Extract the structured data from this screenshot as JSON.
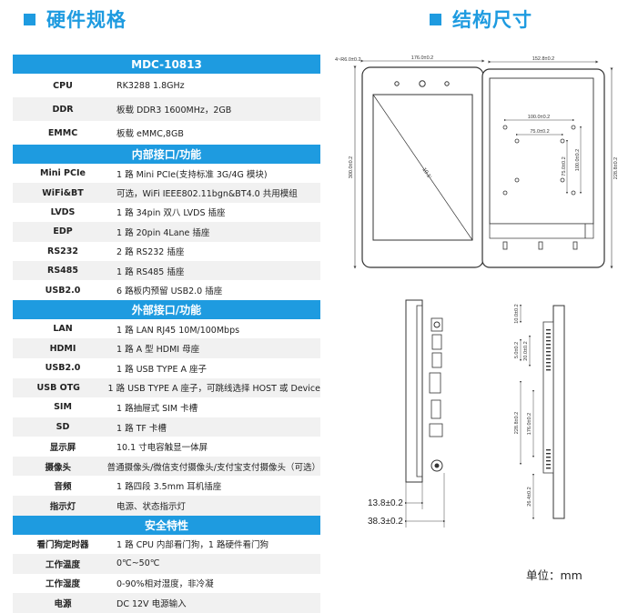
{
  "headings": {
    "hardware": "硬件规格",
    "structure": "结构尺寸"
  },
  "spec": {
    "model": "MDC-10813",
    "basic": [
      {
        "k": "CPU",
        "v": "RK3288  1.8GHz"
      },
      {
        "k": "DDR",
        "v": "板载 DDR3 1600MHz，2GB"
      },
      {
        "k": "EMMC",
        "v": "板载 eMMC,8GB"
      }
    ],
    "internal_title": "内部接口/功能",
    "internal": [
      {
        "k": "Mini PCIe",
        "v": "1 路 Mini PCIe(支持标准 3G/4G 模块)"
      },
      {
        "k": "WiFi&BT",
        "v": "可选，WiFi IEEE802.11bgn&BT4.0 共用模组"
      },
      {
        "k": "LVDS",
        "v": "1 路 34pin 双八 LVDS 插座"
      },
      {
        "k": "EDP",
        "v": "1 路 20pin 4Lane 插座"
      },
      {
        "k": "RS232",
        "v": "2 路 RS232 插座"
      },
      {
        "k": "RS485",
        "v": "1 路 RS485 插座"
      },
      {
        "k": "USB2.0",
        "v": "6 路板内预留 USB2.0 插座"
      }
    ],
    "external_title": "外部接口/功能",
    "external": [
      {
        "k": "LAN",
        "v": "1 路 LAN RJ45 10M/100Mbps"
      },
      {
        "k": "HDMI",
        "v": "1 路 A 型 HDMI 母座"
      },
      {
        "k": "USB2.0",
        "v": "1 路 USB TYPE A 座子"
      },
      {
        "k": "USB OTG",
        "v": "1 路 USB TYPE A 座子，可跳线选择 HOST 或 Device"
      },
      {
        "k": "SIM",
        "v": "1 路抽屉式 SIM 卡槽"
      },
      {
        "k": "SD",
        "v": "1 路 TF 卡槽"
      },
      {
        "k": "显示屏",
        "v": "10.1 寸电容触显一体屏"
      },
      {
        "k": "摄像头",
        "v": "普通摄像头/微信支付摄像头/支付宝支付摄像头（可选）"
      },
      {
        "k": "音频",
        "v": "1 路四段 3.5mm 耳机插座"
      },
      {
        "k": "指示灯",
        "v": "电源、状态指示灯"
      }
    ],
    "safety_title": "安全特性",
    "safety": [
      {
        "k": "看门狗定时器",
        "v": "1 路 CPU 内部看门狗，1 路硬件看门狗"
      },
      {
        "k": "工作温度",
        "v": "0℃~50℃"
      },
      {
        "k": "工作湿度",
        "v": "0-90%相对湿度，非冷凝"
      },
      {
        "k": "电源",
        "v": "DC 12V 电源输入"
      }
    ]
  },
  "dims": {
    "front_top_corner": "4~R6.0±0.2",
    "front_width": "176.0±0.2",
    "front_height": "300.0±0.2",
    "front_diag": "10.1'",
    "back_top": "152.8±0.2",
    "back_height": "228.8±0.2",
    "back_hole_w1": "100.0±0.2",
    "back_hole_w2": "75.0±0.2",
    "back_hole_h1": "75.0±0.2",
    "back_hole_h2": "100.0±0.2",
    "side_d1": "13.8±0.2",
    "side_d2": "38.3±0.2",
    "side_r_top": "10.0±0.2",
    "side_r_a": "5.0±0.2",
    "side_r_b": "20.0±0.2",
    "side_r_c": "228.8±0.2",
    "side_r_d": "176.0±0.2",
    "side_r_e": "26.4±0.2"
  },
  "unit": "单位：mm"
}
